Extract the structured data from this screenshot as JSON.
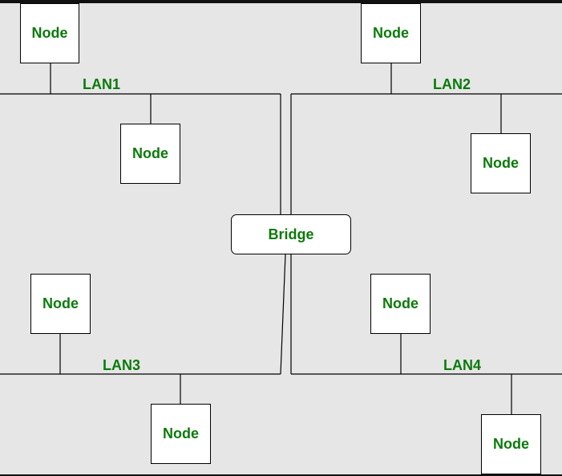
{
  "diagram": {
    "node_label": "Node",
    "bridge_label": "Bridge",
    "lans": [
      {
        "id": "lan1",
        "label": "LAN1"
      },
      {
        "id": "lan2",
        "label": "LAN2"
      },
      {
        "id": "lan3",
        "label": "LAN3"
      },
      {
        "id": "lan4",
        "label": "LAN4"
      }
    ],
    "text_color": "#0b7a0b"
  }
}
